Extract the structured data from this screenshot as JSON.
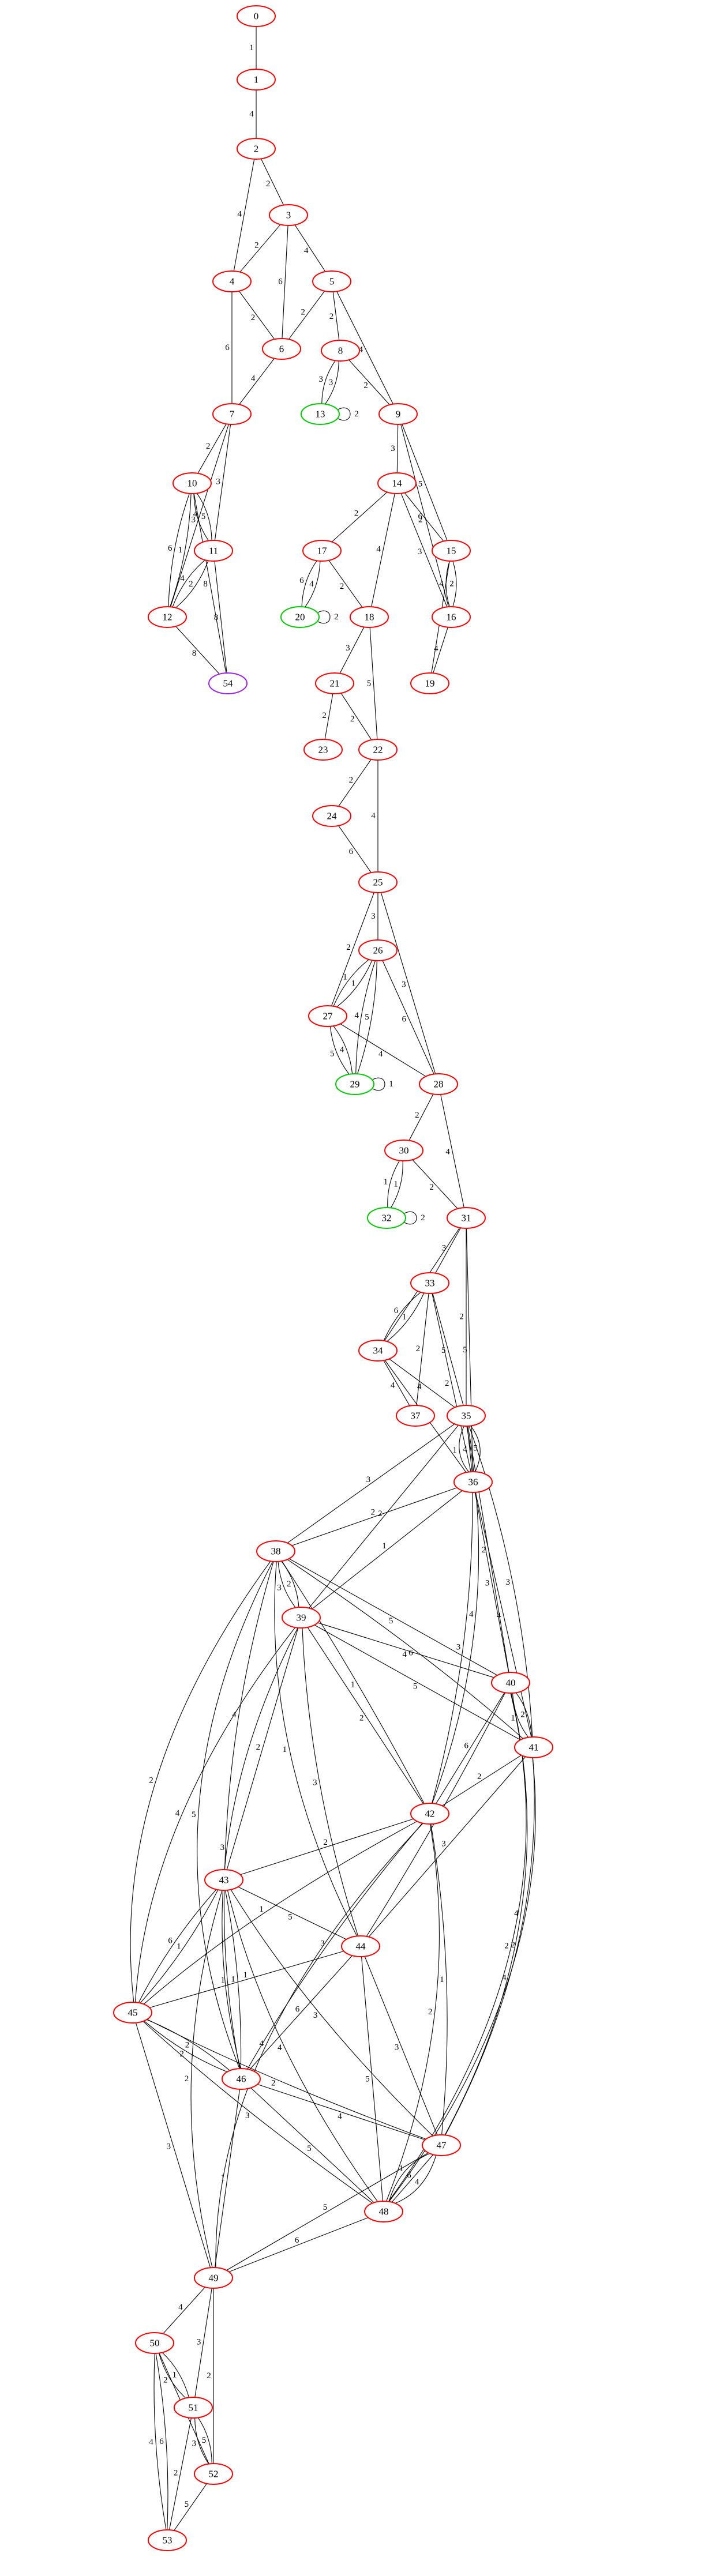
{
  "graph": {
    "colors": {
      "red": "#ff0000",
      "green": "#00cc00",
      "purple": "#a020f0"
    },
    "nodes": [
      {
        "id": "0",
        "color": "red"
      },
      {
        "id": "1",
        "color": "red"
      },
      {
        "id": "2",
        "color": "red"
      },
      {
        "id": "3",
        "color": "red"
      },
      {
        "id": "4",
        "color": "red"
      },
      {
        "id": "5",
        "color": "red"
      },
      {
        "id": "6",
        "color": "red"
      },
      {
        "id": "7",
        "color": "red"
      },
      {
        "id": "8",
        "color": "red"
      },
      {
        "id": "9",
        "color": "red"
      },
      {
        "id": "10",
        "color": "red"
      },
      {
        "id": "11",
        "color": "red"
      },
      {
        "id": "12",
        "color": "red"
      },
      {
        "id": "13",
        "color": "green"
      },
      {
        "id": "14",
        "color": "red"
      },
      {
        "id": "15",
        "color": "red"
      },
      {
        "id": "16",
        "color": "red"
      },
      {
        "id": "17",
        "color": "red"
      },
      {
        "id": "18",
        "color": "red"
      },
      {
        "id": "19",
        "color": "red"
      },
      {
        "id": "20",
        "color": "green"
      },
      {
        "id": "21",
        "color": "red"
      },
      {
        "id": "22",
        "color": "red"
      },
      {
        "id": "23",
        "color": "red"
      },
      {
        "id": "24",
        "color": "red"
      },
      {
        "id": "25",
        "color": "red"
      },
      {
        "id": "26",
        "color": "red"
      },
      {
        "id": "27",
        "color": "red"
      },
      {
        "id": "28",
        "color": "red"
      },
      {
        "id": "29",
        "color": "green"
      },
      {
        "id": "30",
        "color": "red"
      },
      {
        "id": "31",
        "color": "red"
      },
      {
        "id": "32",
        "color": "green"
      },
      {
        "id": "33",
        "color": "red"
      },
      {
        "id": "34",
        "color": "red"
      },
      {
        "id": "35",
        "color": "red"
      },
      {
        "id": "36",
        "color": "red"
      },
      {
        "id": "37",
        "color": "red"
      },
      {
        "id": "38",
        "color": "red"
      },
      {
        "id": "39",
        "color": "red"
      },
      {
        "id": "40",
        "color": "red"
      },
      {
        "id": "41",
        "color": "red"
      },
      {
        "id": "42",
        "color": "red"
      },
      {
        "id": "43",
        "color": "red"
      },
      {
        "id": "44",
        "color": "red"
      },
      {
        "id": "45",
        "color": "red"
      },
      {
        "id": "46",
        "color": "red"
      },
      {
        "id": "47",
        "color": "red"
      },
      {
        "id": "48",
        "color": "red"
      },
      {
        "id": "49",
        "color": "red"
      },
      {
        "id": "50",
        "color": "red"
      },
      {
        "id": "51",
        "color": "red"
      },
      {
        "id": "52",
        "color": "red"
      },
      {
        "id": "53",
        "color": "red"
      },
      {
        "id": "54",
        "color": "purple"
      }
    ],
    "edges": [
      {
        "s": "0",
        "t": "1",
        "w": "1"
      },
      {
        "s": "1",
        "t": "2",
        "w": "4"
      },
      {
        "s": "2",
        "t": "3",
        "w": "2"
      },
      {
        "s": "2",
        "t": "4",
        "w": "4"
      },
      {
        "s": "3",
        "t": "4",
        "w": "2"
      },
      {
        "s": "3",
        "t": "5",
        "w": "4"
      },
      {
        "s": "3",
        "t": "6",
        "w": "6"
      },
      {
        "s": "4",
        "t": "6",
        "w": "2"
      },
      {
        "s": "4",
        "t": "7",
        "w": "6"
      },
      {
        "s": "5",
        "t": "6",
        "w": "2"
      },
      {
        "s": "5",
        "t": "8",
        "w": "2"
      },
      {
        "s": "5",
        "t": "9",
        "w": "4"
      },
      {
        "s": "6",
        "t": "7",
        "w": "4"
      },
      {
        "s": "7",
        "t": "10",
        "w": "2"
      },
      {
        "s": "7",
        "t": "11",
        "w": "3"
      },
      {
        "s": "7",
        "t": "12",
        "w": "4"
      },
      {
        "s": "8",
        "t": "13",
        "w": "3"
      },
      {
        "s": "8",
        "t": "13",
        "w": "3"
      },
      {
        "s": "8",
        "t": "9",
        "w": "2"
      },
      {
        "s": "13",
        "t": "13",
        "w": "2"
      },
      {
        "s": "9",
        "t": "14",
        "w": "3"
      },
      {
        "s": "9",
        "t": "15",
        "w": "5"
      },
      {
        "s": "9",
        "t": "16",
        "w": "6"
      },
      {
        "s": "10",
        "t": "11",
        "w": "5"
      },
      {
        "s": "10",
        "t": "11",
        "w": "3"
      },
      {
        "s": "10",
        "t": "12",
        "w": "1"
      },
      {
        "s": "10",
        "t": "12",
        "w": "6"
      },
      {
        "s": "10",
        "t": "54",
        "w": "8"
      },
      {
        "s": "11",
        "t": "12",
        "w": "2"
      },
      {
        "s": "11",
        "t": "12",
        "w": "4"
      },
      {
        "s": "11",
        "t": "54",
        "w": "8"
      },
      {
        "s": "12",
        "t": "54",
        "w": "8"
      },
      {
        "s": "14",
        "t": "17",
        "w": "2"
      },
      {
        "s": "14",
        "t": "15",
        "w": "2"
      },
      {
        "s": "14",
        "t": "18",
        "w": "4"
      },
      {
        "s": "14",
        "t": "16",
        "w": "3"
      },
      {
        "s": "15",
        "t": "16",
        "w": "2"
      },
      {
        "s": "15",
        "t": "16",
        "w": "4"
      },
      {
        "s": "15",
        "t": "19",
        "w": "2"
      },
      {
        "s": "16",
        "t": "19",
        "w": "4"
      },
      {
        "s": "17",
        "t": "20",
        "w": "4"
      },
      {
        "s": "17",
        "t": "20",
        "w": "6"
      },
      {
        "s": "17",
        "t": "18",
        "w": "2"
      },
      {
        "s": "20",
        "t": "20",
        "w": "2"
      },
      {
        "s": "18",
        "t": "21",
        "w": "3"
      },
      {
        "s": "18",
        "t": "22",
        "w": "5"
      },
      {
        "s": "21",
        "t": "23",
        "w": "2"
      },
      {
        "s": "21",
        "t": "22",
        "w": "2"
      },
      {
        "s": "22",
        "t": "24",
        "w": "2"
      },
      {
        "s": "22",
        "t": "25",
        "w": "4"
      },
      {
        "s": "24",
        "t": "25",
        "w": "6"
      },
      {
        "s": "25",
        "t": "26",
        "w": "3"
      },
      {
        "s": "25",
        "t": "27",
        "w": "2"
      },
      {
        "s": "25",
        "t": "28",
        "w": "3"
      },
      {
        "s": "26",
        "t": "27",
        "w": "1"
      },
      {
        "s": "26",
        "t": "27",
        "w": "1"
      },
      {
        "s": "26",
        "t": "29",
        "w": "5"
      },
      {
        "s": "26",
        "t": "29",
        "w": "4"
      },
      {
        "s": "26",
        "t": "28",
        "w": "6"
      },
      {
        "s": "27",
        "t": "29",
        "w": "4"
      },
      {
        "s": "27",
        "t": "29",
        "w": "5"
      },
      {
        "s": "27",
        "t": "28",
        "w": "4"
      },
      {
        "s": "29",
        "t": "29",
        "w": "1"
      },
      {
        "s": "28",
        "t": "30",
        "w": "2"
      },
      {
        "s": "28",
        "t": "31",
        "w": "4"
      },
      {
        "s": "30",
        "t": "32",
        "w": "1"
      },
      {
        "s": "30",
        "t": "32",
        "w": "1"
      },
      {
        "s": "30",
        "t": "31",
        "w": "2"
      },
      {
        "s": "32",
        "t": "32",
        "w": "2"
      },
      {
        "s": "31",
        "t": "33",
        "w": "3"
      },
      {
        "s": "31",
        "t": "35",
        "w": "2"
      },
      {
        "s": "31",
        "t": "36",
        "w": "5"
      },
      {
        "s": "31",
        "t": "34",
        "w": "2"
      },
      {
        "s": "33",
        "t": "34",
        "w": "1"
      },
      {
        "s": "33",
        "t": "34",
        "w": "6"
      },
      {
        "s": "33",
        "t": "37",
        "w": "2"
      },
      {
        "s": "33",
        "t": "35",
        "w": "5"
      },
      {
        "s": "33",
        "t": "36",
        "w": "2"
      },
      {
        "s": "34",
        "t": "37",
        "w": "4"
      },
      {
        "s": "34",
        "t": "35",
        "w": "4"
      },
      {
        "s": "34",
        "t": "36",
        "w": "3"
      },
      {
        "s": "35",
        "t": "36",
        "w": "5"
      },
      {
        "s": "35",
        "t": "36",
        "w": "4"
      },
      {
        "s": "35",
        "t": "36",
        "w": "1"
      },
      {
        "s": "35",
        "t": "38",
        "w": "3"
      },
      {
        "s": "35",
        "t": "39",
        "w": "2"
      },
      {
        "s": "35",
        "t": "40",
        "w": "2"
      },
      {
        "s": "35",
        "t": "41",
        "w": "3"
      },
      {
        "s": "35",
        "t": "42",
        "w": "4"
      },
      {
        "s": "36",
        "t": "38",
        "w": "2"
      },
      {
        "s": "36",
        "t": "39",
        "w": "1"
      },
      {
        "s": "36",
        "t": "40",
        "w": "3"
      },
      {
        "s": "36",
        "t": "41",
        "w": "4"
      },
      {
        "s": "36",
        "t": "42",
        "w": "3"
      },
      {
        "s": "38",
        "t": "39",
        "w": "2"
      },
      {
        "s": "38",
        "t": "39",
        "w": "3"
      },
      {
        "s": "38",
        "t": "40",
        "w": "5"
      },
      {
        "s": "38",
        "t": "41",
        "w": "6"
      },
      {
        "s": "38",
        "t": "42",
        "w": "1"
      },
      {
        "s": "38",
        "t": "43",
        "w": "4"
      },
      {
        "s": "38",
        "t": "44",
        "w": "1"
      },
      {
        "s": "38",
        "t": "45",
        "w": "2"
      },
      {
        "s": "38",
        "t": "46",
        "w": "5"
      },
      {
        "s": "39",
        "t": "40",
        "w": "4"
      },
      {
        "s": "39",
        "t": "41",
        "w": "5"
      },
      {
        "s": "39",
        "t": "42",
        "w": "2"
      },
      {
        "s": "39",
        "t": "43",
        "w": "2"
      },
      {
        "s": "39",
        "t": "44",
        "w": "3"
      },
      {
        "s": "39",
        "t": "45",
        "w": "4"
      },
      {
        "s": "39",
        "t": "46",
        "w": "3"
      },
      {
        "s": "40",
        "t": "41",
        "w": "2"
      },
      {
        "s": "40",
        "t": "41",
        "w": "1"
      },
      {
        "s": "40",
        "t": "42",
        "w": "6"
      },
      {
        "s": "40",
        "t": "44",
        "w": "3"
      },
      {
        "s": "40",
        "t": "47",
        "w": "4"
      },
      {
        "s": "40",
        "t": "48",
        "w": "2"
      },
      {
        "s": "41",
        "t": "42",
        "w": "2"
      },
      {
        "s": "41",
        "t": "44",
        "w": "3"
      },
      {
        "s": "41",
        "t": "47",
        "w": "2"
      },
      {
        "s": "41",
        "t": "48",
        "w": "4"
      },
      {
        "s": "42",
        "t": "43",
        "w": "2"
      },
      {
        "s": "42",
        "t": "45",
        "w": "1"
      },
      {
        "s": "42",
        "t": "46",
        "w": "3"
      },
      {
        "s": "42",
        "t": "47",
        "w": "1"
      },
      {
        "s": "42",
        "t": "48",
        "w": "2"
      },
      {
        "s": "42",
        "t": "49",
        "w": "4"
      },
      {
        "s": "43",
        "t": "44",
        "w": "5"
      },
      {
        "s": "43",
        "t": "45",
        "w": "1"
      },
      {
        "s": "43",
        "t": "45",
        "w": "6"
      },
      {
        "s": "43",
        "t": "46",
        "w": "1"
      },
      {
        "s": "43",
        "t": "46",
        "w": "1"
      },
      {
        "s": "43",
        "t": "47",
        "w": "3"
      },
      {
        "s": "43",
        "t": "48",
        "w": "4"
      },
      {
        "s": "43",
        "t": "49",
        "w": "2"
      },
      {
        "s": "44",
        "t": "45",
        "w": "1"
      },
      {
        "s": "44",
        "t": "46",
        "w": "6"
      },
      {
        "s": "44",
        "t": "47",
        "w": "3"
      },
      {
        "s": "44",
        "t": "48",
        "w": "5"
      },
      {
        "s": "45",
        "t": "46",
        "w": "2"
      },
      {
        "s": "45",
        "t": "46",
        "w": "2"
      },
      {
        "s": "45",
        "t": "47",
        "w": "2"
      },
      {
        "s": "45",
        "t": "48",
        "w": "3"
      },
      {
        "s": "45",
        "t": "49",
        "w": "3"
      },
      {
        "s": "46",
        "t": "47",
        "w": "4"
      },
      {
        "s": "46",
        "t": "48",
        "w": "5"
      },
      {
        "s": "46",
        "t": "49",
        "w": "1"
      },
      {
        "s": "47",
        "t": "48",
        "w": "4"
      },
      {
        "s": "47",
        "t": "48",
        "w": "6"
      },
      {
        "s": "47",
        "t": "48",
        "w": "1"
      },
      {
        "s": "47",
        "t": "49",
        "w": "5"
      },
      {
        "s": "48",
        "t": "49",
        "w": "6"
      },
      {
        "s": "49",
        "t": "50",
        "w": "4"
      },
      {
        "s": "49",
        "t": "51",
        "w": "3"
      },
      {
        "s": "49",
        "t": "52",
        "w": "2"
      },
      {
        "s": "50",
        "t": "51",
        "w": "1"
      },
      {
        "s": "50",
        "t": "51",
        "w": "2"
      },
      {
        "s": "50",
        "t": "52",
        "w": "4"
      },
      {
        "s": "50",
        "t": "53",
        "w": "6"
      },
      {
        "s": "50",
        "t": "53",
        "w": "4"
      },
      {
        "s": "51",
        "t": "52",
        "w": "5"
      },
      {
        "s": "51",
        "t": "52",
        "w": "3"
      },
      {
        "s": "51",
        "t": "53",
        "w": "2"
      },
      {
        "s": "52",
        "t": "53",
        "w": "5"
      }
    ]
  }
}
